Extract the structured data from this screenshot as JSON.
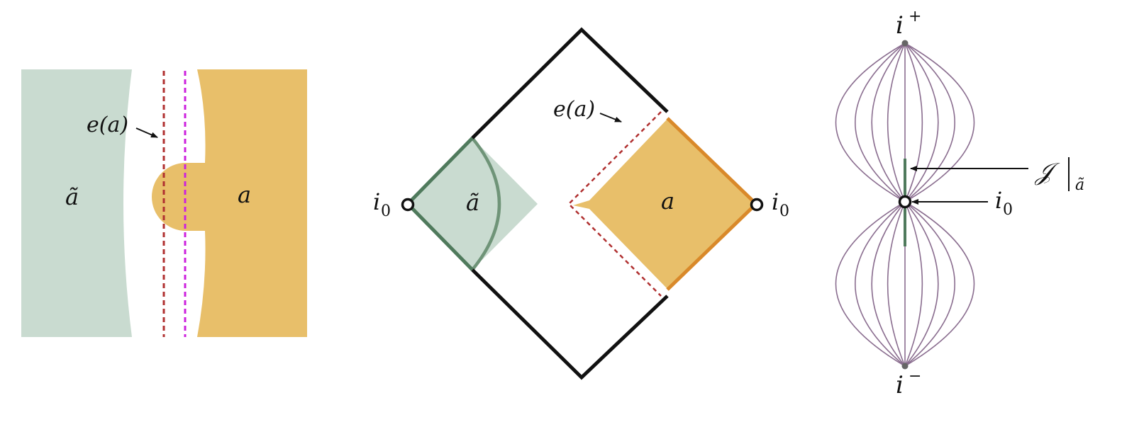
{
  "colors": {
    "green_fill": "#c9dbd0",
    "green_stroke": "#4f7a5c",
    "orange_fill": "#e8bf6a",
    "orange_stroke": "#d9892a",
    "red_dashed": "#b03030",
    "magenta_dashed": "#cc22dd",
    "purple_lines": "#8a6d8f",
    "black": "#111111"
  },
  "panel_left": {
    "label_a_tilde": "ã",
    "label_a": "a",
    "label_e": "e(a)"
  },
  "panel_middle": {
    "label_a_tilde": "ã",
    "label_a": "a",
    "label_e": "e(a)",
    "label_i0_left": "i",
    "label_i0_left_sub": "0",
    "label_i0_right": "i",
    "label_i0_right_sub": "0"
  },
  "panel_right": {
    "label_iplus": "i",
    "label_iplus_sup": "+",
    "label_iminus": "i",
    "label_iminus_sup": "−",
    "label_i0": "i",
    "label_i0_sub": "0",
    "label_scri": "𝒥",
    "label_scri_sub": "ã"
  }
}
